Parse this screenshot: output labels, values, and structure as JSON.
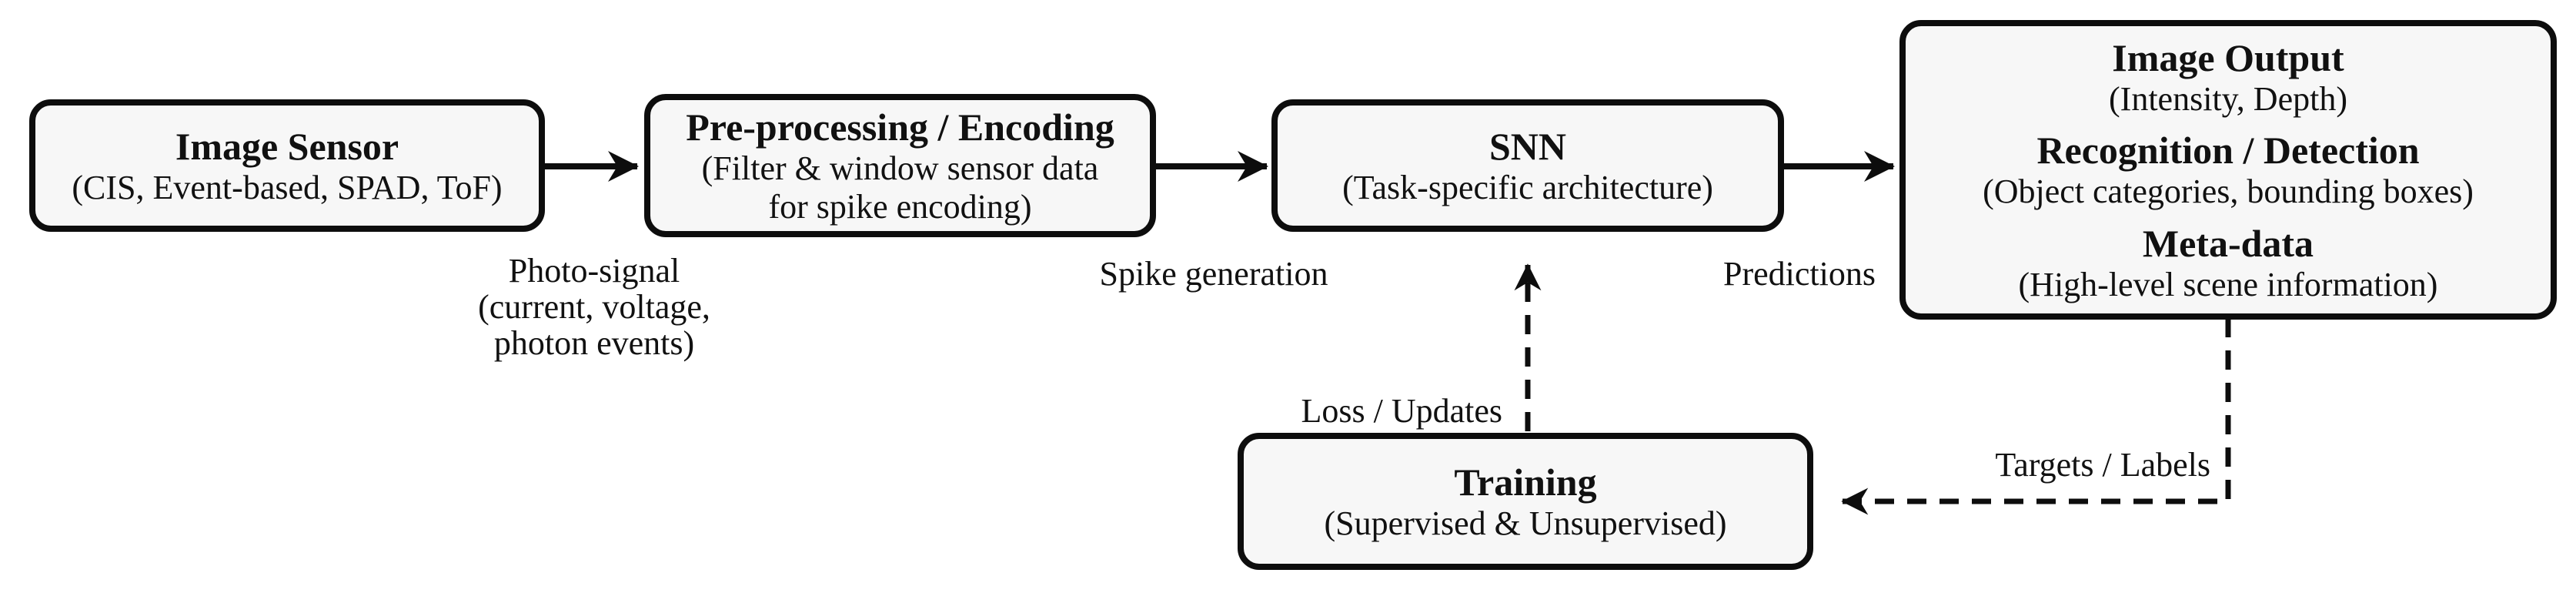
{
  "colors": {
    "background": "#ffffff",
    "box_fill": "#f7f7f7",
    "box_border": "#0d0d0d",
    "text": "#111111"
  },
  "boxes": {
    "image_sensor": {
      "title": "Image Sensor",
      "subtitle": "(CIS, Event-based, SPAD, ToF)"
    },
    "preprocessing": {
      "title": "Pre-processing / Encoding",
      "subtitle_line1": "(Filter & window sensor data",
      "subtitle_line2": "for spike encoding)"
    },
    "snn": {
      "title": "SNN",
      "subtitle": "(Task-specific architecture)"
    },
    "output": {
      "sections": [
        {
          "title": "Image Output",
          "subtitle": "(Intensity, Depth)"
        },
        {
          "title": "Recognition / Detection",
          "subtitle": "(Object categories, bounding boxes)"
        },
        {
          "title": "Meta-data",
          "subtitle": "(High-level scene information)"
        }
      ]
    },
    "training": {
      "title": "Training",
      "subtitle": "(Supervised & Unsupervised)"
    }
  },
  "edge_labels": {
    "photo_signal_line1": "Photo-signal",
    "photo_signal_line2": "(current, voltage,",
    "photo_signal_line3": "photon events)",
    "spike_generation": "Spike generation",
    "predictions": "Predictions",
    "loss_updates": "Loss / Updates",
    "targets_labels": "Targets / Labels"
  }
}
